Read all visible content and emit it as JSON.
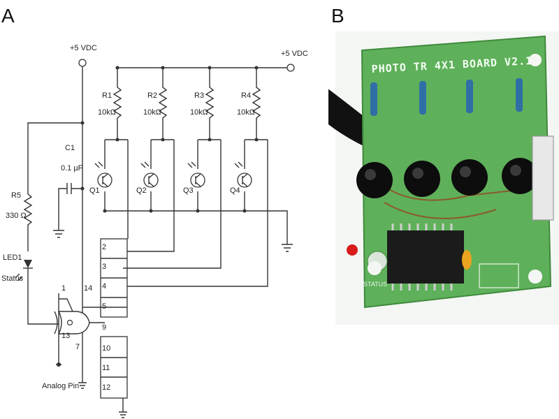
{
  "panels": {
    "a_label": "A",
    "b_label": "B"
  },
  "schematic": {
    "supply_left": "+5 VDC",
    "supply_right": "+5 VDC",
    "resistors": [
      {
        "name": "R1",
        "value": "10kΩ"
      },
      {
        "name": "R2",
        "value": "10kΩ"
      },
      {
        "name": "R3",
        "value": "10kΩ"
      },
      {
        "name": "R4",
        "value": "10kΩ"
      }
    ],
    "transistors": [
      "Q1",
      "Q2",
      "Q3",
      "Q4"
    ],
    "capacitor": {
      "name": "C1",
      "value": "0.1 µF"
    },
    "r5": {
      "name": "R5",
      "value": "330 Ω"
    },
    "led": {
      "name": "LED1",
      "label": "Status"
    },
    "analog_pin": "Analog Pin",
    "ic_pins": [
      "1",
      "14",
      "13",
      "7",
      "2",
      "3",
      "4",
      "5",
      "9",
      "10",
      "11",
      "12"
    ]
  },
  "board": {
    "title": "PHOTO TR 4X1 BOARD V2.1",
    "status_label": "STATUS"
  }
}
